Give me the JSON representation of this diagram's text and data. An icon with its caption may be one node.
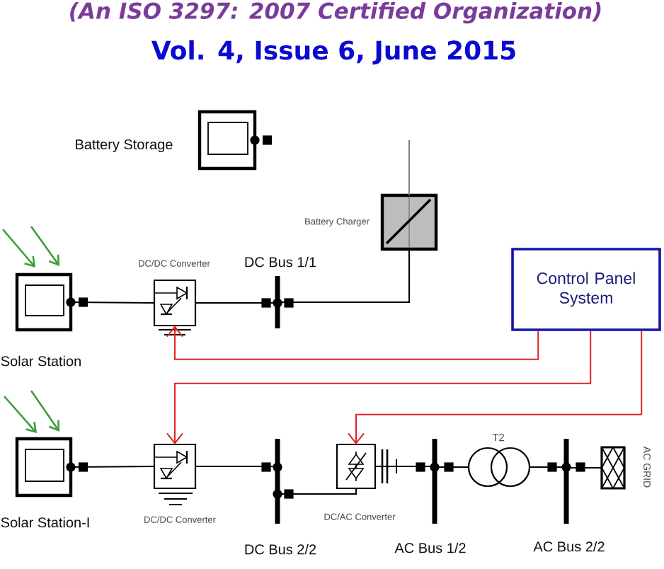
{
  "diagram": {
    "nodes": [
      {
        "text": [],
        "shape": "box",
        "beside": [
          "Battery Storage"
        ]
      },
      {
        "text": [],
        "shape": "box",
        "beside": [
          "Battery Charger"
        ]
      },
      {
        "text": [],
        "shape": "box",
        "beside": [
          "Solar Station"
        ]
      },
      {
        "text": [],
        "shape": "box",
        "beside": [
          "DC/DC Converter"
        ]
      },
      {
        "text": [],
        "shape": "bar",
        "beside": [
          "DC Bus 1/1"
        ]
      },
      {
        "text": [
          "Control Panel System"
        ]
      },
      {
        "text": [],
        "shape": "box",
        "beside": [
          "Solar Station-I"
        ]
      },
      {
        "text": [],
        "shape": "box",
        "beside": [
          "DC/DC Converter"
        ]
      },
      {
        "text": [],
        "shape": "bar",
        "beside": [
          "DC Bus 2/2"
        ]
      },
      {
        "text": [],
        "shape": "box",
        "beside": [
          "DC/AC Converter"
        ]
      },
      {
        "text": [],
        "shape": "bar",
        "beside": [
          "AC Bus 1/2"
        ]
      },
      {
        "text": [],
        "shape": "circle",
        "beside": [
          "T2"
        ]
      },
      {
        "text": [],
        "shape": "bar",
        "beside": [
          "AC Bus 2/2"
        ]
      },
      {
        "text": [],
        "shape": "box",
        "beside": [
          "AC GRID"
        ]
      }
    ],
    "edges": [
      {
        "from": 2,
        "to": 3,
        "arrow": "none"
      },
      {
        "from": 3,
        "to": 4,
        "arrow": "none"
      },
      {
        "from": 4,
        "to": 1,
        "arrow": "none"
      },
      {
        "from": 1,
        "to": null,
        "arrow": "none",
        "color": "#808080"
      },
      {
        "from": 5,
        "to": 3,
        "arrow": "to",
        "color": "#e32222"
      },
      {
        "from": 5,
        "to": 7,
        "arrow": "to",
        "color": "#e32222"
      },
      {
        "from": 5,
        "to": 9,
        "arrow": "to",
        "color": "#e32222"
      },
      {
        "from": 6,
        "to": 7,
        "arrow": "none"
      },
      {
        "from": 7,
        "to": 8,
        "arrow": "none"
      },
      {
        "from": 8,
        "to": 9,
        "arrow": "none"
      },
      {
        "from": 9,
        "to": 10,
        "arrow": "none"
      },
      {
        "from": 10,
        "to": 11,
        "arrow": "none"
      },
      {
        "from": 11,
        "to": 12,
        "arrow": "none"
      },
      {
        "from": 12,
        "to": 13,
        "arrow": "none"
      }
    ],
    "labels": [
      "(An ISO 3297: 2007 Certified Organization)",
      "Vol. 4, Issue 6, June 2015"
    ]
  }
}
